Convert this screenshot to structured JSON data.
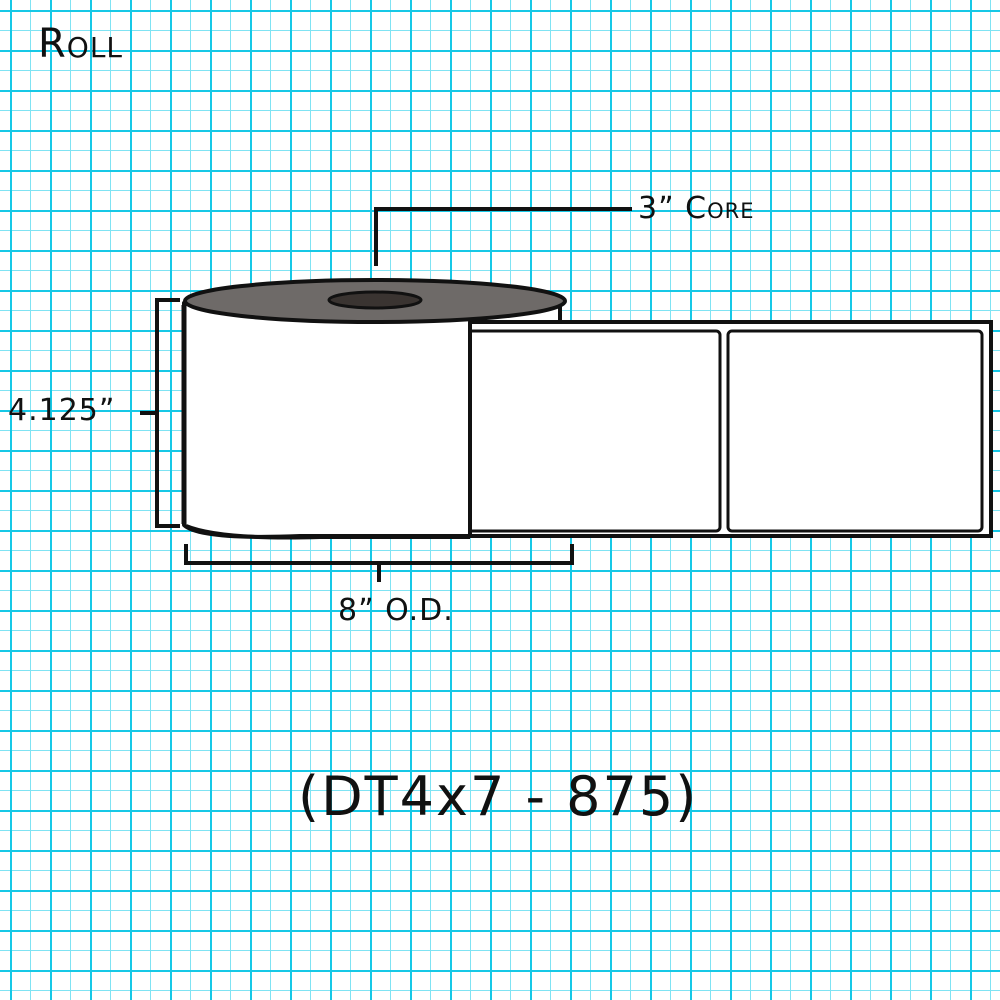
{
  "title": "Roll",
  "labels": {
    "core": "3” Core",
    "height": "4.125”",
    "outer_diameter": "8” O.D.",
    "product_code": "(DT4x7 - 875)"
  },
  "colors": {
    "grid": "#16c8e6",
    "grid_minor": "#7fe3f3",
    "roll_top": "#6e6a68",
    "core_hole": "#3a3431",
    "label_fill": "#ffffff",
    "outline": "#111111"
  }
}
